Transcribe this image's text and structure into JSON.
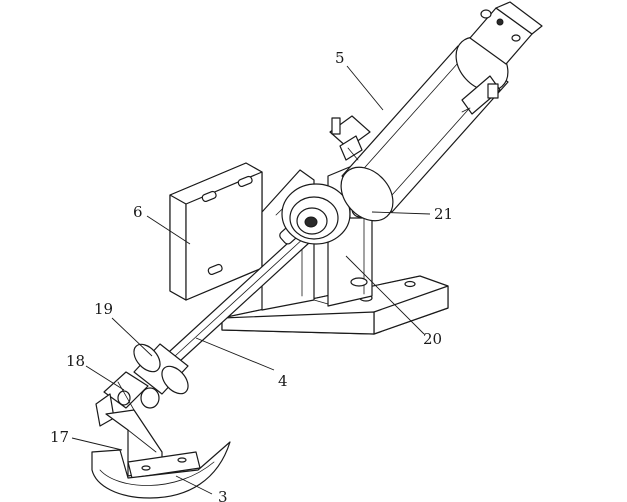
{
  "callouts": [
    {
      "id": "5",
      "text": "5"
    },
    {
      "id": "6",
      "text": "6"
    },
    {
      "id": "21",
      "text": "21"
    },
    {
      "id": "19",
      "text": "19"
    },
    {
      "id": "20",
      "text": "20"
    },
    {
      "id": "18",
      "text": "18"
    },
    {
      "id": "4",
      "text": "4"
    },
    {
      "id": "17",
      "text": "17"
    },
    {
      "id": "3",
      "text": "3"
    }
  ]
}
